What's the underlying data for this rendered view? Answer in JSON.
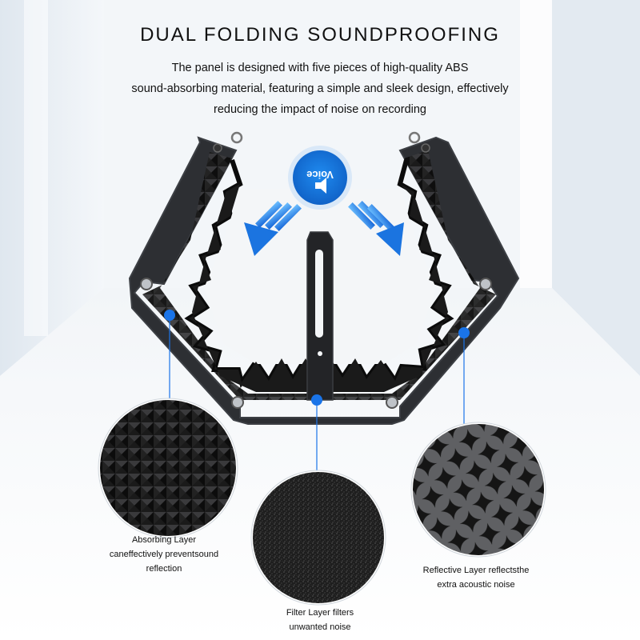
{
  "header": {
    "title": "DUAL FOLDING SOUNDPROOFING",
    "description_lines": [
      "The panel is designed with five pieces of high-quality ABS",
      "sound-absorbing material, featuring a simple and sleek design, effectively",
      "reducing the impact of noise on recording"
    ]
  },
  "badge": {
    "label": "Voice",
    "icon": "speaker-icon",
    "color": "#1677d9"
  },
  "callouts": [
    {
      "id": "absorb",
      "lines": [
        "Absorbing Layer",
        "caneffectively preventsound",
        "reflection"
      ]
    },
    {
      "id": "filter",
      "lines": [
        "Filter Layer filters",
        "unwanted noise"
      ]
    },
    {
      "id": "reflect",
      "lines": [
        "Reflective Layer reflectsthe",
        "extra acoustic noise"
      ]
    }
  ],
  "colors": {
    "accent": "#1a74e8",
    "arrow": "#1e88e5",
    "panel": "#2a2c30",
    "foam": "#1b1b1d"
  }
}
